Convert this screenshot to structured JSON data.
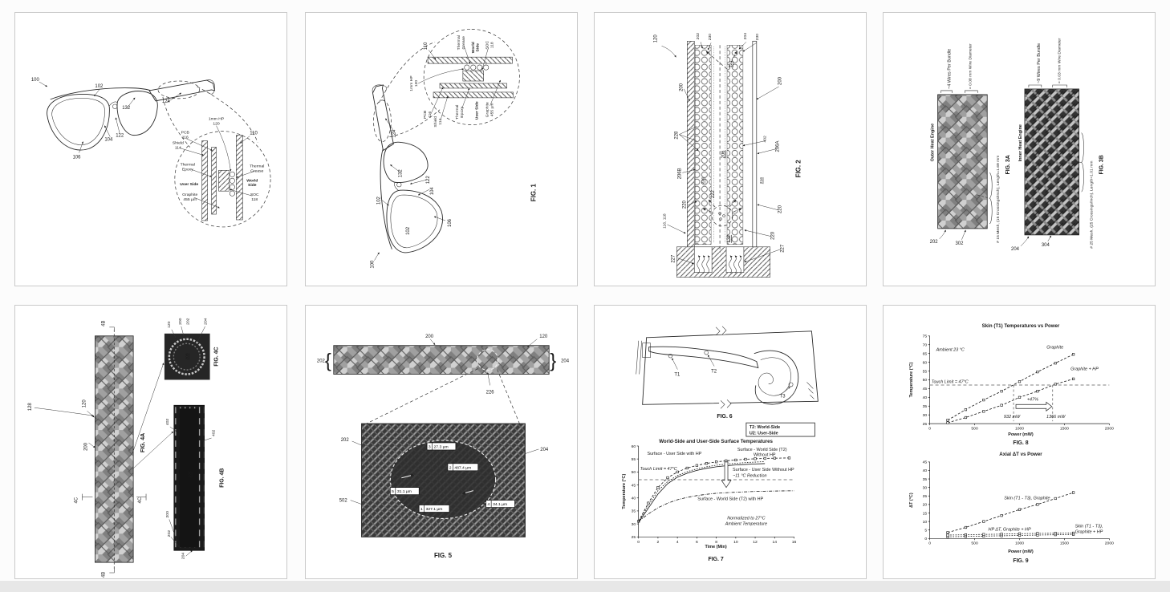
{
  "panels": {
    "p1": {
      "labels": {
        "n100": "100",
        "n102": "102",
        "n132": "132",
        "n124": "124",
        "n104": "104",
        "n122": "122",
        "n106": "106",
        "n110": "110",
        "hp_l1": "1mm HP",
        "hp_l2": "120",
        "pcb_l1": "PCB",
        "pcb_l2": "116",
        "shield_l1": "Shield",
        "shield_l2": "114",
        "epoxy_l1": "Thermal",
        "epoxy_l2": "Epoxy",
        "user_side": "User Side",
        "graphite_l1": "Graphite",
        "graphite_l2": "455 µm",
        "grease_l1": "Thermal",
        "grease_l2": "Grease",
        "world_l1": "World",
        "world_l2": "Side",
        "soc_l1": "SOC",
        "soc_l2": "118"
      }
    },
    "p2": {
      "fig_caption": "FIG. 1",
      "labels": {
        "n100": "100",
        "n102": "102",
        "n102b": "102",
        "n132": "132",
        "n124": "124",
        "n104": "104",
        "n122": "122",
        "n106": "106",
        "n110": "110",
        "hp_l1": "1mm HP",
        "hp_l2": "120",
        "pcb_l1": "PCB",
        "pcb_l2": "116",
        "shield_l1": "Shield",
        "shield_l2": "114",
        "epoxy_l1": "Thermal",
        "epoxy_l2": "Epoxy",
        "user_side": "User Side",
        "graphite_l1": "Graphite",
        "graphite_l2": "455 µm",
        "grease_l1": "Thermal",
        "grease_l2": "Grease",
        "world_l1": "World",
        "world_l2": "Side",
        "soc_l1": "SOC",
        "soc_l2": "118"
      }
    },
    "p3": {
      "fig_caption": "FIG. 2",
      "labels": {
        "n120": "120",
        "n202": "202",
        "n230a": "230",
        "n204": "204",
        "n230b": "230",
        "n124": "124",
        "n200a": "200",
        "n200b": "200",
        "n228": "228",
        "n206b": "206B",
        "n216a": "216",
        "n206": "206",
        "n402": "402",
        "n206a": "206A",
        "n216b": "216",
        "n220a": "220",
        "n220b": "220",
        "n220c": "220",
        "n222": "222",
        "n116_118": "116, 118",
        "n132": "132",
        "n227a": "227",
        "n227b": "227"
      }
    },
    "p4": {
      "fig_caption_a": "FIG. 3A",
      "fig_caption_b": "FIG. 3B",
      "outer": {
        "title": "Outer Heat Engine",
        "wires": "~4 Wires Per Bundle",
        "diameter": "≈ 0.08 mm Wire Diameter",
        "mesh": "# 15 Mesh, (15 Crossings/Inch), Length=1.69 mm",
        "ref": "202",
        "ref2": "302"
      },
      "inner": {
        "title": "Inner Heat Engine",
        "wires": "~9 Wires Per Bundle",
        "diameter": "≈ 0.03 mm Wire Diameter",
        "mesh": "# 25 Mesh, (25 Crossings/Inch), Length=1.01 mm",
        "ref": "204",
        "ref2": "304"
      }
    },
    "p5": {
      "fig_caption_a": "FIG. 4A",
      "fig_caption_b": "FIG. 4B",
      "fig_caption_c": "FIG. 4C",
      "labels": {
        "n4b_top": "4B",
        "n4b_bot": "4B",
        "n4c_left": "4C",
        "n4c_right": "4C",
        "n120a": "120",
        "n128": "128",
        "n200a": "200",
        "c120": "120",
        "c200": "200",
        "c202": "202",
        "c204": "204",
        "c208": "208",
        "b402a": "402",
        "b402b": "402",
        "b208": "208",
        "b200": "200",
        "b202": "202",
        "b204": "204"
      }
    },
    "p6": {
      "fig_caption": "FIG. 5",
      "labels": {
        "n200": "200",
        "n120": "120",
        "n202": "202",
        "n204": "204",
        "n226": "226",
        "z202": "202",
        "z502": "502",
        "z204": "204"
      },
      "measurements": [
        {
          "n": "3",
          "v": "27.3 µm"
        },
        {
          "n": "2",
          "v": "487.4 µm"
        },
        {
          "n": "5",
          "v": "31.1 µm"
        },
        {
          "n": "1",
          "v": "327.1 µm"
        },
        {
          "n": "4",
          "v": "34.1 µm"
        }
      ]
    },
    "p7": {
      "fig6_caption": "FIG. 6",
      "fig7_caption": "FIG. 7",
      "t1": "T1",
      "t2": "T2",
      "t3": "T3",
      "legend": [
        "T2: World-Side",
        "U2: User-Side"
      ],
      "annotations": {
        "user_with_hp": "Surface - User Side with HP",
        "world_no_hp_1": "Surface - World Side (T2)",
        "world_no_hp_2": "Without HP",
        "touch": "Touch Limit = 47°C",
        "user_no_hp": "Surface - User Side Without HP",
        "reduction": "~11 °C Reduction",
        "world_with_hp": "Surface - World Side (T2) with HP",
        "norm_1": "Normalized to 27°C",
        "norm_2": "Ambient Temperature"
      }
    },
    "p8": {
      "fig8_caption": "FIG. 8",
      "fig9_caption": "FIG. 9",
      "fig8_ann": {
        "ambient": "Ambient 23 °C",
        "graphite": "Graphite",
        "graphite_hp": "Graphite + HP",
        "touch": "Touch Limit = 47°C",
        "pct": "+47%",
        "p932": "932 mW",
        "p1366": "1366 mW"
      },
      "fig9_ann": {
        "skin_graphite": "Skin (T1 - T3), Graphite",
        "hp_dt": "HP ΔT, Graphite + HP",
        "skin_hp_1": "Skin (T1 - T3),",
        "skin_hp_2": "Graphite + HP"
      }
    }
  },
  "chart_data": [
    {
      "id": "fig7",
      "type": "line",
      "title": "World-Side and User-Side Surface Temperatures",
      "xlabel": "Time (Min)",
      "ylabel": "Temperature (°C)",
      "xlim": [
        0,
        16
      ],
      "ylim": [
        25,
        60
      ],
      "xticks": [
        0,
        2,
        4,
        6,
        8,
        10,
        12,
        14,
        16
      ],
      "yticks": [
        25,
        30,
        35,
        40,
        45,
        50,
        55,
        60
      ],
      "touch_limit_c": 47,
      "series": [
        {
          "name": "surface-world-side-without-hp",
          "dash": "d",
          "marker": true,
          "x": [
            0,
            1,
            2,
            3,
            4,
            5,
            6,
            7,
            8,
            9,
            10,
            11,
            12,
            13,
            14,
            15.5
          ],
          "y": [
            31,
            38,
            44,
            47.8,
            50,
            51.5,
            52.5,
            53.3,
            53.9,
            54.3,
            54.6,
            54.9,
            55.1,
            55.2,
            55.3,
            55.4
          ]
        },
        {
          "name": "surface-user-side-without-hp",
          "dash": "fine",
          "marker": false,
          "x": [
            0,
            1,
            2,
            3,
            4,
            5,
            6,
            7,
            8,
            9,
            10,
            11,
            12,
            13
          ],
          "y": [
            30.8,
            37,
            42.8,
            46.3,
            48.6,
            50.1,
            51.2,
            52,
            52.6,
            53,
            53.3,
            53.6,
            53.8,
            54
          ]
        },
        {
          "name": "surface-user-side-with-hp",
          "dash": null,
          "marker": false,
          "x": [
            0,
            1,
            2,
            3,
            4,
            5,
            6,
            7,
            8,
            9,
            10,
            11,
            12,
            13
          ],
          "y": [
            30.5,
            36,
            41.5,
            45.5,
            48,
            49.5,
            50.6,
            51.4,
            52,
            52.4,
            52.7,
            52.9,
            53.1,
            53.2
          ]
        },
        {
          "name": "surface-world-side-with-hp",
          "dash": "dot",
          "marker": false,
          "x": [
            0,
            1,
            2,
            3,
            4,
            5,
            6,
            7,
            8,
            9,
            10,
            11,
            12,
            13,
            14,
            15,
            16
          ],
          "y": [
            31,
            33.8,
            36.2,
            38,
            39.3,
            40.2,
            40.9,
            41.4,
            41.8,
            42,
            42.2,
            42.35,
            42.5,
            42.6,
            42.65,
            42.7,
            42.75
          ]
        }
      ]
    },
    {
      "id": "fig8",
      "type": "scatter",
      "title": "Skin (T1) Temperatures vs Power",
      "xlabel": "Power (mW)",
      "ylabel": "Temperature (°C)",
      "xlim": [
        0,
        2000
      ],
      "ylim": [
        25,
        75
      ],
      "xticks": [
        0,
        500,
        1000,
        1500,
        2000
      ],
      "yticks": [
        25,
        30,
        35,
        40,
        45,
        50,
        55,
        60,
        65,
        70,
        75
      ],
      "ambient_c": 23,
      "touch_limit_c": 47,
      "crossover_mw": [
        932,
        1366
      ],
      "improvement_pct": "+47%",
      "series": [
        {
          "name": "graphite",
          "dash": "d",
          "marker": true,
          "x": [
            200,
            400,
            600,
            800,
            1000,
            1200,
            1400,
            1600
          ],
          "y": [
            27,
            33,
            38.5,
            43.5,
            49,
            54.5,
            59.5,
            64.5
          ]
        },
        {
          "name": "graphite-plus-hp",
          "dash": "d",
          "marker": true,
          "x": [
            200,
            400,
            600,
            800,
            1000,
            1200,
            1400,
            1600
          ],
          "y": [
            25.5,
            28.5,
            32,
            35.5,
            40,
            43.5,
            47.5,
            50.5
          ]
        }
      ]
    },
    {
      "id": "fig9",
      "type": "scatter",
      "title": "Axial ΔT vs Power",
      "xlabel": "Power (mW)",
      "ylabel": "ΔT (°C)",
      "xlim": [
        0,
        2000
      ],
      "ylim": [
        0,
        45
      ],
      "xticks": [
        0,
        500,
        1000,
        1500,
        2000
      ],
      "yticks": [
        0,
        5,
        10,
        15,
        20,
        25,
        30,
        35,
        40,
        45
      ],
      "series": [
        {
          "name": "skin-t1-t3-graphite",
          "dash": "d",
          "marker": true,
          "x": [
            200,
            400,
            600,
            800,
            1000,
            1200,
            1400,
            1600
          ],
          "y": [
            3.5,
            6.5,
            10,
            13.5,
            17,
            20,
            23.5,
            27
          ]
        },
        {
          "name": "hp-dt-graphite-plus-hp",
          "dash": "fine",
          "marker": true,
          "x": [
            200,
            400,
            600,
            800,
            1000,
            1200,
            1400,
            1600
          ],
          "y": [
            1,
            1.2,
            1.4,
            1.6,
            1.8,
            2,
            2.2,
            2.4
          ]
        },
        {
          "name": "skin-t1-t3-graphite-plus-hp",
          "dash": "fine",
          "marker": true,
          "x": [
            200,
            400,
            600,
            800,
            1000,
            1200,
            1400,
            1600
          ],
          "y": [
            2,
            2.2,
            2.4,
            2.6,
            2.8,
            3,
            3.1,
            3.2
          ]
        }
      ]
    }
  ]
}
